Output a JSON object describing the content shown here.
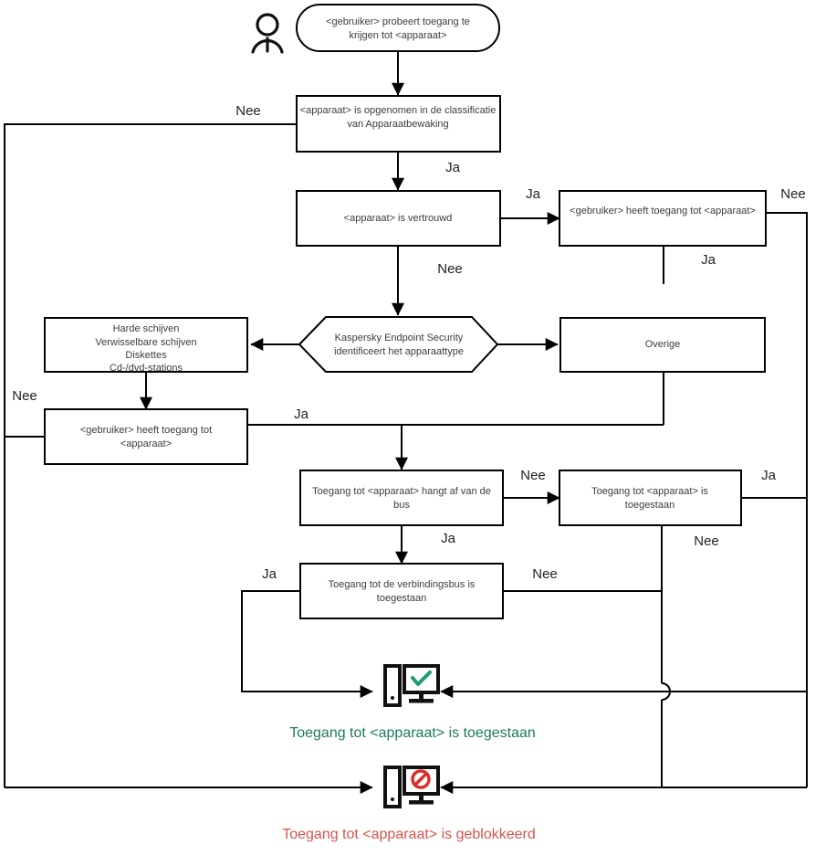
{
  "diagram": {
    "title": "Kaspersky Endpoint Security device access decision flowchart",
    "language": "nl",
    "colors": {
      "allowed": "#1d7a5f",
      "blocked": "#d9534f",
      "line": "#000000",
      "node_text": "#3c3c3c",
      "node_fill": "#ffffff"
    },
    "actor": {
      "name": "user-actor",
      "glyph": "person-icon"
    },
    "nodes": {
      "start": {
        "shape": "rounded",
        "lines": [
          "<gebruiker> probeert toegang te",
          "krijgen tot <apparaat>"
        ]
      },
      "classified": {
        "shape": "rect",
        "lines": [
          "<apparaat> is opgenomen in de classificatie",
          "van Apparaatbewaking"
        ]
      },
      "trusted": {
        "shape": "rect",
        "lines": [
          "<apparaat> is vertrouwd"
        ]
      },
      "user_has_access_top": {
        "shape": "rect",
        "lines": [
          "<gebruiker> heeft toegang tot <apparaat>"
        ]
      },
      "identify": {
        "shape": "hexagon",
        "lines": [
          "Kaspersky Endpoint Security",
          "identificeert het apparaattype"
        ]
      },
      "drive_types": {
        "shape": "rect",
        "lines": [
          "Harde schijven",
          "Verwisselbare schijven",
          "Diskettes",
          "Cd-/dvd-stations"
        ]
      },
      "other": {
        "shape": "rect",
        "lines": [
          "Overige"
        ]
      },
      "user_has_access_left": {
        "shape": "rect",
        "lines": [
          "<gebruiker> heeft toegang tot",
          "<apparaat>"
        ]
      },
      "depends_on_bus": {
        "shape": "rect",
        "lines": [
          "Toegang tot <apparaat> hangt af van de",
          "bus"
        ]
      },
      "access_allowed_box": {
        "shape": "rect",
        "lines": [
          "Toegang tot <apparaat> is",
          "toegestaan"
        ]
      },
      "bus_allowed": {
        "shape": "rect",
        "lines": [
          "Toegang tot de verbindingsbus is",
          "toegestaan"
        ]
      }
    },
    "edge_labels": {
      "classified_no": "Nee",
      "classified_yes": "Ja",
      "trusted_yes": "Ja",
      "trusted_no": "Nee",
      "user_top_no": "Nee",
      "user_top_yes": "Ja",
      "user_left_no": "Nee",
      "user_left_yes": "Ja",
      "bus_no": "Nee",
      "bus_yes": "Ja",
      "allowed_yes": "Ja",
      "allowed_no": "Nee",
      "connbus_yes": "Ja",
      "connbus_no": "Nee"
    },
    "terminals": {
      "allowed": {
        "icon": "monitor-check-icon",
        "caption": "Toegang tot <apparaat> is toegestaan",
        "color": "#1d7a5f"
      },
      "blocked": {
        "icon": "monitor-blocked-icon",
        "caption": "Toegang tot <apparaat> is geblokkeerd",
        "color": "#d9534f"
      }
    }
  }
}
